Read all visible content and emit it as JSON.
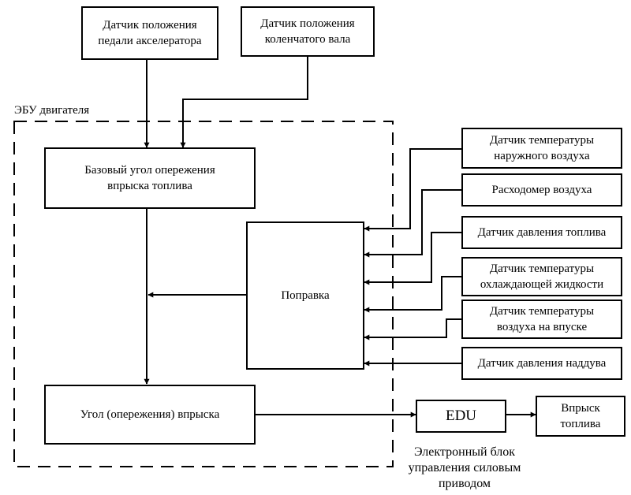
{
  "diagram": {
    "ecu_label": "ЭБУ двигателя",
    "top_sensors": {
      "pedal": "Датчик положения\nпедали акселератора",
      "crankshaft": "Датчик положения\nколенчатого вала"
    },
    "base_angle": "Базовый угол опережения\nвпрыска топлива",
    "correction": "Поправка",
    "final_angle": "Угол (опережения) впрыска",
    "edu": "EDU",
    "edu_caption": "Электронный блок\nуправления силовым\nприводом",
    "injection": "Впрыск\nтоплива",
    "right_sensors": [
      "Датчик температуры\nнаружного воздуха",
      "Расходомер воздуха",
      "Датчик давления топлива",
      "Датчик температуры\nохлаждающей жидкости",
      "Датчик температуры\nвоздуха на впуске",
      "Датчик давления наддува"
    ]
  }
}
